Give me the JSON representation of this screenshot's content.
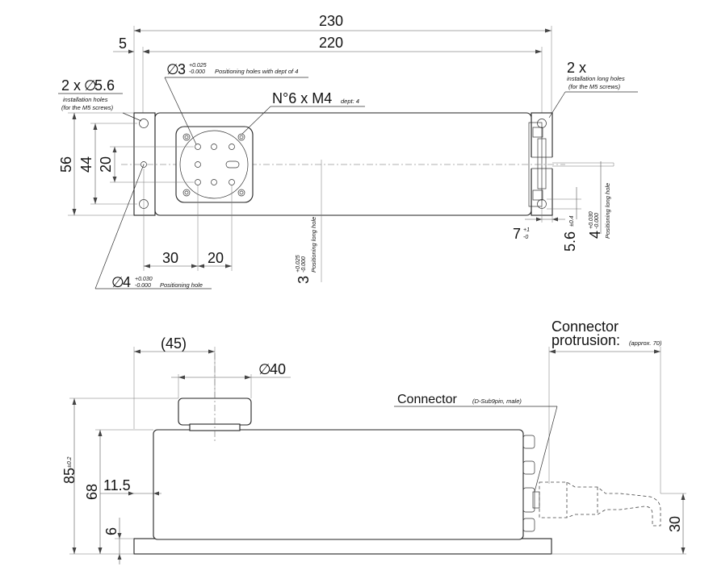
{
  "top_view": {
    "overall_length": "230",
    "hole_pitch": "220",
    "edge_offset": "5",
    "mount_holes_count": "2 x",
    "mount_holes_dia": "5.6",
    "mount_holes_note1": "installation holes",
    "mount_holes_note2": "(for the M5 screws)",
    "pos_hole_top_dia": "3",
    "pos_hole_top_tol_upper": "+0.025",
    "pos_hole_top_tol_lower": "-0.000",
    "pos_hole_top_note": "Positioning holes with dept of 4",
    "threads_label": "N°6 x M4",
    "threads_depth": "dept: 4",
    "long_holes_count": "2 x",
    "long_holes_note1": "installation long holes",
    "long_holes_note2": "(for the M5 screws)",
    "width_56": "56",
    "width_44": "44",
    "width_20": "20",
    "dim_30": "30",
    "dim_20_horizontal": "20",
    "pos_hole_left_dia": "4",
    "pos_hole_left_tol_upper": "+0.030",
    "pos_hole_left_tol_lower": "-0.000",
    "pos_hole_left_note": "Positioning hole",
    "long_hole_center_value": "3",
    "long_hole_center_tol_upper": "+0.025",
    "long_hole_center_tol_lower": "-0.000",
    "long_hole_center_note": "Positioning long hole",
    "dim_7": "7",
    "dim_7_tol_upper": "+1",
    "dim_7_tol_lower": "-0",
    "dim_5_6": "5.6",
    "dim_5_6_tol": "±0.4",
    "dim_4_right": "4",
    "dim_4_right_tol_upper": "+0.030",
    "dim_4_right_tol_lower": "-0.000",
    "dim_4_right_note": "Positioning long hole"
  },
  "side_view": {
    "dim_45": "(45)",
    "dia_40": "40",
    "connector_protrusion_1": "Connector",
    "connector_protrusion_2": "protrusion:",
    "connector_protrusion_approx": "(approx. 70)",
    "connector_label": "Connector",
    "connector_type": "(D-Sub9pin, male)",
    "height_85": "85",
    "height_85_tol": "±0.2",
    "height_68": "68",
    "dim_11_5": "11.5",
    "dim_6": "6",
    "dim_30_vertical": "30"
  },
  "symbols": {
    "diameter": "∅"
  }
}
